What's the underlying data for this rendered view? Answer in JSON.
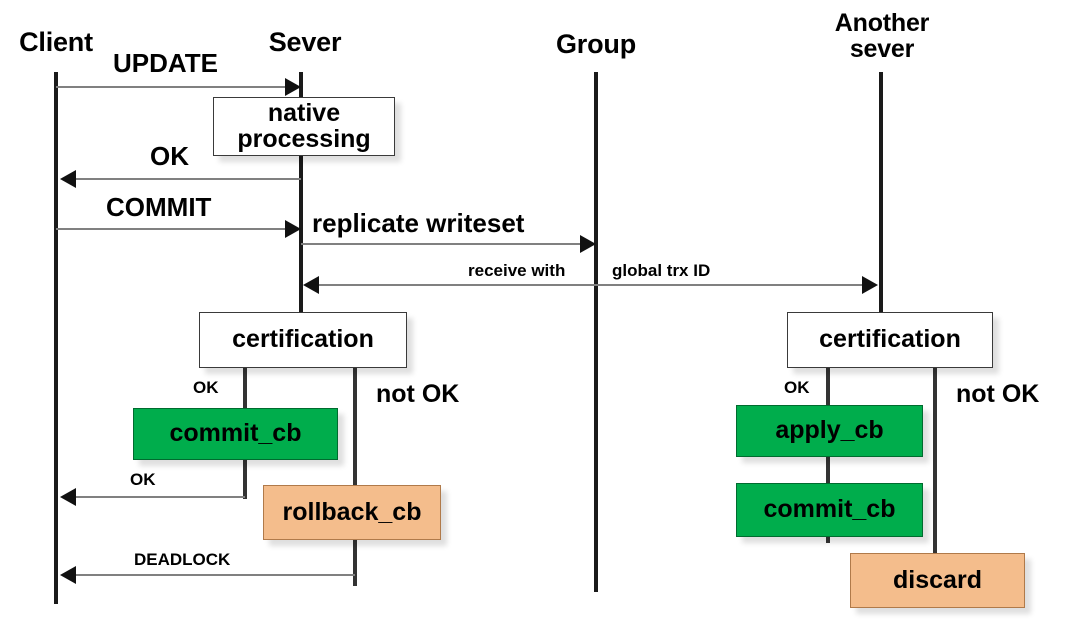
{
  "diagram": {
    "title": "MySQL Group Replication transaction flow sequence diagram",
    "background": "#ffffff",
    "colors": {
      "green": "#00ad4c",
      "orange": "#f4bd8c",
      "line": "#808080",
      "lifeline": "#1a1a1a",
      "text": "#000000"
    },
    "actors": [
      {
        "id": "client",
        "label": "Client"
      },
      {
        "id": "server",
        "label": "Sever"
      },
      {
        "id": "group",
        "label": "Group"
      },
      {
        "id": "another-sever",
        "label": "Another\nsever"
      }
    ],
    "process_boxes": [
      {
        "id": "native-processing",
        "label": "native\nprocessing",
        "style": "white"
      },
      {
        "id": "certification-left",
        "label": "certification",
        "style": "white"
      },
      {
        "id": "certification-right",
        "label": "certification",
        "style": "white"
      },
      {
        "id": "commit-cb-left",
        "label": "commit_cb",
        "style": "green"
      },
      {
        "id": "rollback-cb",
        "label": "rollback_cb",
        "style": "orange"
      },
      {
        "id": "apply-cb",
        "label": "apply_cb",
        "style": "green"
      },
      {
        "id": "commit-cb-right",
        "label": "commit_cb",
        "style": "green"
      },
      {
        "id": "discard",
        "label": "discard",
        "style": "orange"
      }
    ],
    "messages": [
      {
        "id": "update",
        "label": "UPDATE",
        "from": "client",
        "to": "server",
        "direction": "right"
      },
      {
        "id": "ok-native",
        "label": "OK",
        "from": "server",
        "to": "client",
        "direction": "left"
      },
      {
        "id": "commit",
        "label": "COMMIT",
        "from": "client",
        "to": "server",
        "direction": "right"
      },
      {
        "id": "replicate-writeset",
        "label": "replicate writeset",
        "from": "server",
        "to": "group",
        "direction": "right"
      },
      {
        "id": "receive-with",
        "label": "receive with",
        "from": "group",
        "to": "server",
        "direction": "left"
      },
      {
        "id": "global-trx-id",
        "label": "global trx ID",
        "from": "group",
        "to": "another-sever",
        "direction": "right"
      },
      {
        "id": "ok-commit",
        "label": "OK",
        "from": "server",
        "to": "client",
        "direction": "left"
      },
      {
        "id": "deadlock",
        "label": "DEADLOCK",
        "from": "server",
        "to": "client",
        "direction": "left"
      }
    ],
    "branch_labels": [
      {
        "id": "left-ok",
        "label": "OK",
        "size": "small"
      },
      {
        "id": "left-not-ok",
        "label": "not OK",
        "size": "large"
      },
      {
        "id": "right-ok",
        "label": "OK",
        "size": "small"
      },
      {
        "id": "right-not-ok",
        "label": "not OK",
        "size": "large"
      }
    ]
  }
}
